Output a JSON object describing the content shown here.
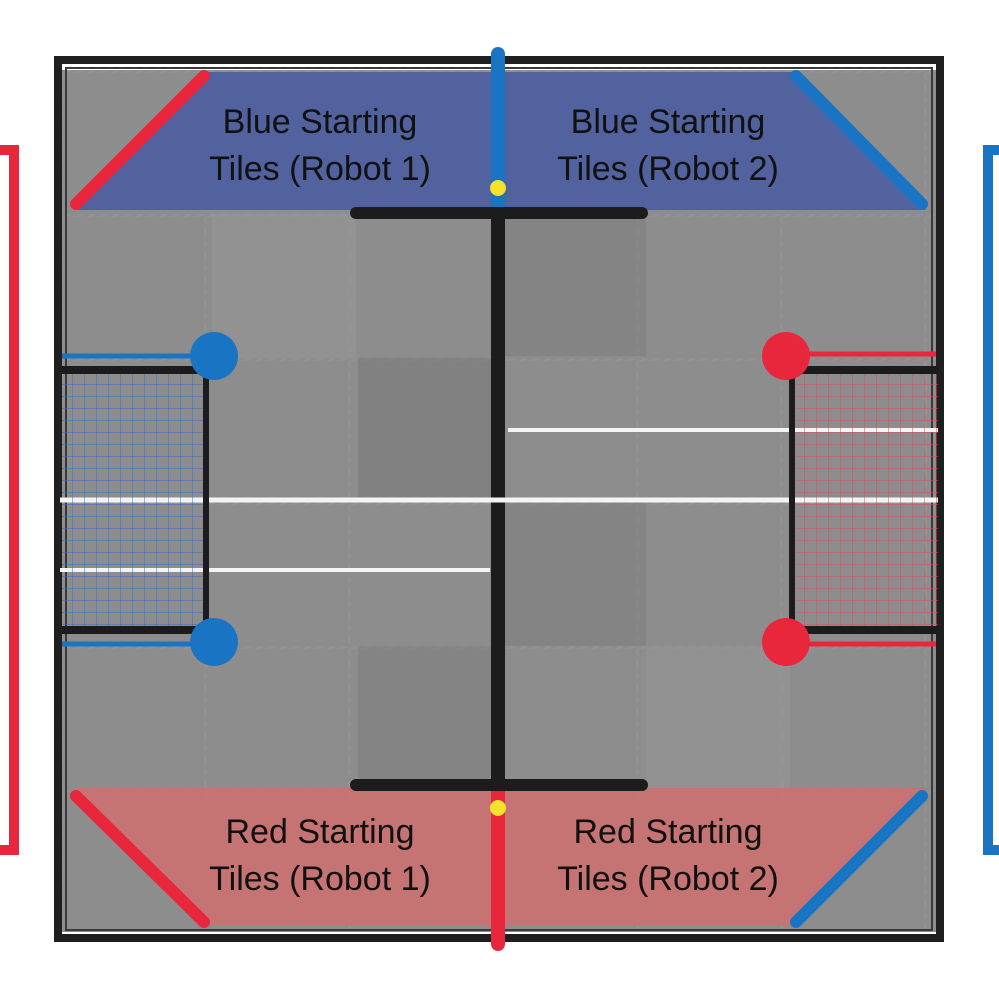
{
  "zones": {
    "blue_left": {
      "line1": "Blue Starting",
      "line2": "Tiles (Robot 1)"
    },
    "blue_right": {
      "line1": "Blue Starting",
      "line2": "Tiles (Robot 2)"
    },
    "red_left": {
      "line1": "Red Starting",
      "line2": "Tiles (Robot 1)"
    },
    "red_right": {
      "line1": "Red Starting",
      "line2": "Tiles (Robot 2)"
    }
  },
  "colors": {
    "blue": "#1a74c4",
    "red": "#e8273d",
    "blue_zone": "#4c5ea0",
    "red_zone": "#c97372",
    "marker_yellow": "#f5e02a",
    "frame": "#222222"
  },
  "icons": {
    "blue_goal": "goal-net-icon",
    "red_goal": "goal-net-icon",
    "field_marker": "yellow-dot-icon"
  }
}
